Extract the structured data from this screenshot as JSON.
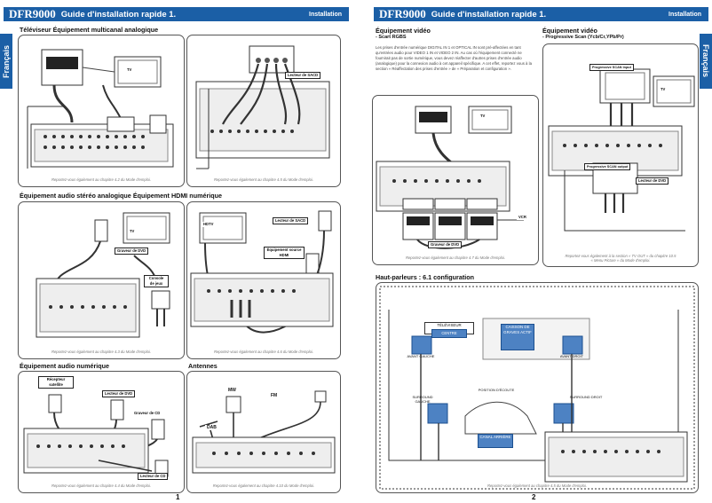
{
  "page1": {
    "model": "DFR9000",
    "guide_title": "Guide d'installation rapide  1.",
    "section": "Installation",
    "side_tab": "Français",
    "page_number": "1",
    "h_tv": "Téléviseur",
    "h_multi": "Équipement multicanal analogique",
    "h_stereo": "Équipement audio stéréo analogique",
    "h_hdmi": "Équipement HDMI numérique",
    "h_digital": "Équipement audio numérique",
    "h_antennas": "Antennes",
    "tv_label": "TV",
    "sacd_label": "Lecteur de SACD",
    "dvd_rec_label": "Graveur de DVD",
    "console_label": "Console de jeux",
    "hdtv_label": "HDTV",
    "sacd2_label": "Lecteur de SACD",
    "hdmi_src_label": "Équipement source HDMI",
    "sat_label": "Récepteur satellite",
    "dvd_label": "Lecteur de DVD",
    "cdrec_label": "Graveur de CD",
    "cd_label": "Lecteur de CD",
    "mw_label": "MW",
    "fm_label": "FM",
    "dab_label": "DAB",
    "note_tv": "Reportez-vous également au chapitre 4.2 du Mode d'emploi.",
    "note_multi": "Reportez-vous également au chapitre 4.5 du Mode d'emploi.",
    "note_stereo": "Reportez-vous également au chapitre 4.3 du Mode d'emploi.",
    "note_hdmi": "Reportez-vous également au chapitre 4.6 du Mode d'emploi.",
    "note_digital": "Reportez-vous également au chapitre 4.4 du Mode d'emploi.",
    "note_ant": "Reportez-vous également au chapitre 4.10 du Mode d'emploi."
  },
  "page2": {
    "model": "DFR9000",
    "guide_title": "Guide d'installation rapide  1.",
    "section": "Installation",
    "side_tab": "Français",
    "page_number": "2",
    "h_video1": "Équipement vidéo",
    "sub_scart": "- Scart RGBS",
    "h_video2": "Équipement vidéo",
    "sub_prog": "- Progressive Scan (Ycb/Cr,YPb/Pr)",
    "para": "Les prises d'entrée numérique DIGITAL IN 1 et OPTICAL IN sont pré-affectées en tant qu'entrées audio pour VIDEO 1 IN et VIDEO 2 IN. Au cas où l'équipement connecté ne fournirait pas de sortie numérique, vous devez réaffecter d'autres prises d'entrée audio (analogique) pour la connexion audio à cet appareil spécifique. A cet effet, reportez vous à la section « Réaffectation des prises d'entrée » de « Préparation et configuration ».",
    "tv_label": "TV",
    "vcr_label": "VCR",
    "dvdrec_label": "Graveur de DVD",
    "tv2_label": "TV",
    "dvd2_label": "Lecteur de DVD",
    "prog_in": "Progressive SCAN input",
    "prog_out": "Progressive SCAN output",
    "note_scart": "Reportez-vous également au chapitre 4.7 du Mode d'emploi.",
    "note_prog1": "Reportez-vous également à la section « TV OUT » du chapitre 10.5",
    "note_prog2": "« Menu Picture » du Mode d'emploi.",
    "h_speakers": "Haut-parleurs : 6.1 configuration",
    "sp_tv": "TÉLÉVISEUR",
    "sp_center": "CENTRE",
    "sp_sub": "CAISSON DE GRAVES ACTIF",
    "sp_fl": "AVANT GAUCHE",
    "sp_fr": "AVANT DROIT",
    "sp_pos": "POSITION D'ÉCOUTE",
    "sp_sl": "SURROUND GAUCHE",
    "sp_sr": "SURROUND DROIT",
    "sp_back": "CANAL ARRIÈRE",
    "note_sp": "Reportez-vous également au chapitre 4.5 du Mode d'emploi."
  }
}
